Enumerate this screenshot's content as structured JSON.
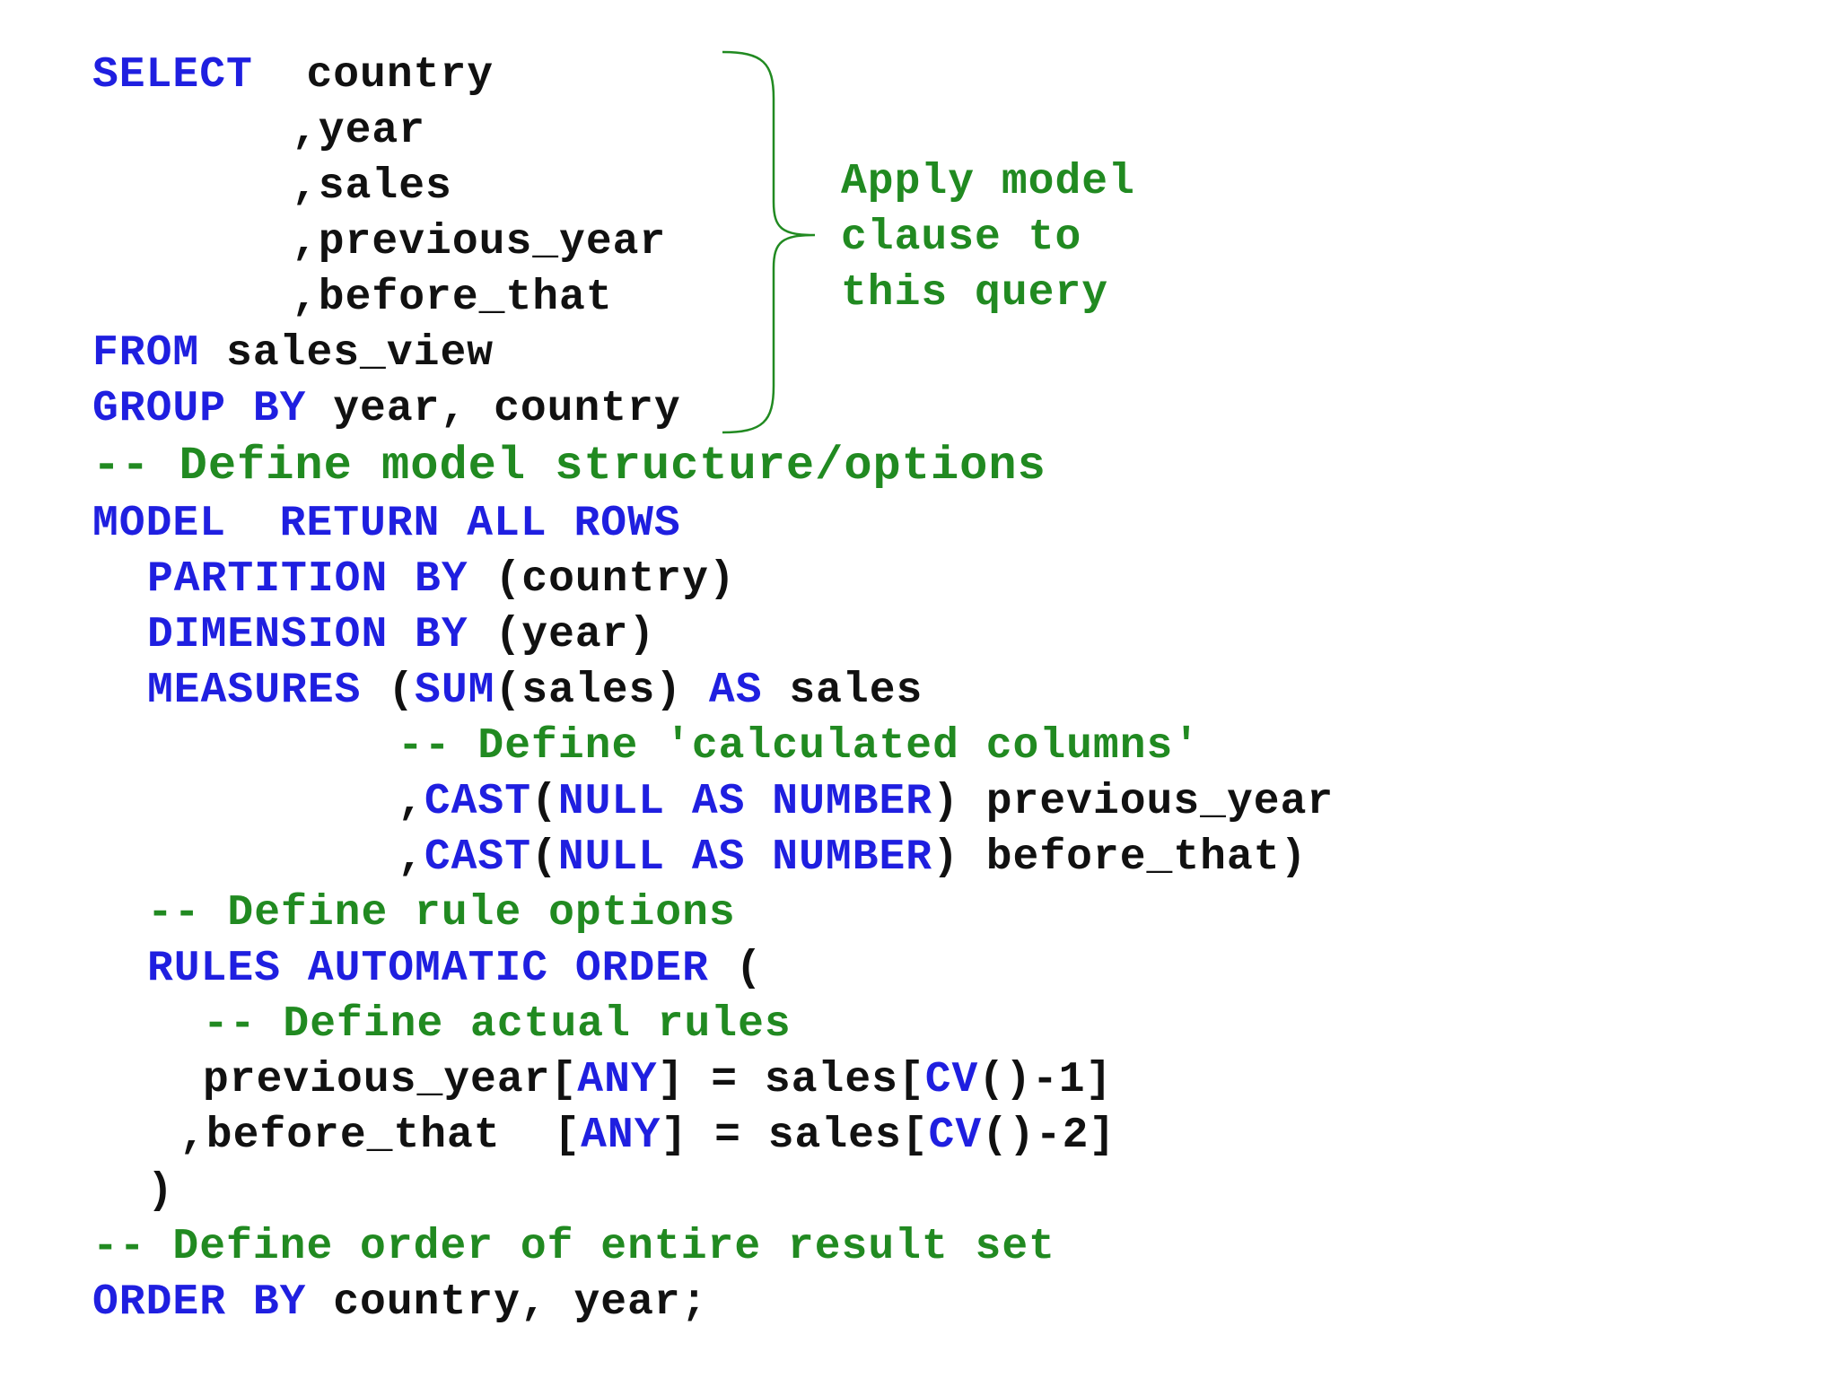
{
  "colors": {
    "keyword": "#1f1fe0",
    "identifier": "#111111",
    "comment": "#218a21",
    "background": "#ffffff"
  },
  "code": {
    "l01": {
      "kw": "SELECT",
      "rest": "  country"
    },
    "l02": {
      "rest": ",year"
    },
    "l03": {
      "rest": ",sales"
    },
    "l04": {
      "rest": ",previous_year"
    },
    "l05": {
      "rest": ",before_that"
    },
    "l06": {
      "kw": "FROM",
      "rest": " sales_view"
    },
    "l07": {
      "kw": "GROUP BY",
      "rest": " year, country"
    },
    "l08": {
      "comment": "-- Define model structure/options"
    },
    "l09": {
      "kw": "MODEL  RETURN ALL ROWS"
    },
    "l10": {
      "kw": "PARTITION BY",
      "rest": " (country)"
    },
    "l11": {
      "kw": "DIMENSION BY",
      "rest": " (year)"
    },
    "l12": {
      "kw1": "MEASURES",
      "p1": " (",
      "kw2": "SUM",
      "p2": "(sales) ",
      "kw3": "AS",
      "rest": " sales"
    },
    "l13": {
      "comment": "-- Define 'calculated columns'"
    },
    "l14": {
      "p1": ",",
      "kw1": "CAST",
      "p2": "(",
      "kw2": "NULL AS NUMBER",
      "rest": ") previous_year"
    },
    "l15": {
      "p1": ",",
      "kw1": "CAST",
      "p2": "(",
      "kw2": "NULL AS NUMBER",
      "rest": ") before_that)"
    },
    "l16": {
      "comment": "-- Define rule options"
    },
    "l17": {
      "kw": "RULES AUTOMATIC ORDER",
      "rest": " ("
    },
    "l18": {
      "comment": "-- Define actual rules"
    },
    "l19": {
      "p1": "previous_year[",
      "kw1": "ANY",
      "p2": "] = sales[",
      "kw2": "CV",
      "rest": "()-1]"
    },
    "l20": {
      "p1": ",before_that  [",
      "kw1": "ANY",
      "p2": "] = sales[",
      "kw2": "CV",
      "rest": "()-2]"
    },
    "l21": {
      "rest": ")"
    },
    "l22": {
      "comment": "-- Define order of entire result set"
    },
    "l23": {
      "kw": "ORDER BY",
      "rest": " country, year;"
    }
  },
  "annotation": {
    "line1": "Apply model",
    "line2": "clause to",
    "line3": "this query"
  }
}
